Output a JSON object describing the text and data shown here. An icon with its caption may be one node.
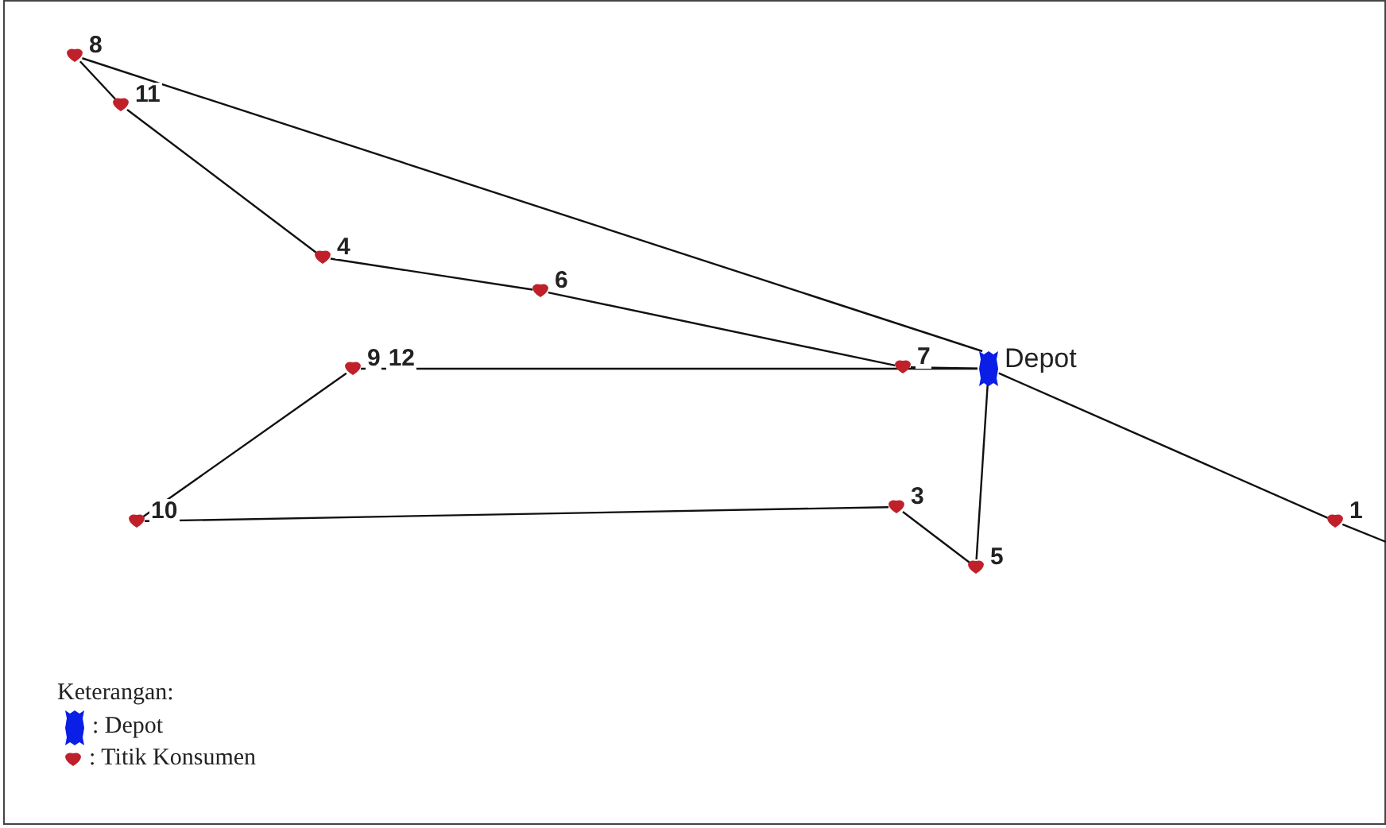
{
  "diagram": {
    "nodes": [
      {
        "text": [
          "8"
        ]
      },
      {
        "text": [
          "11"
        ]
      },
      {
        "text": [
          "4"
        ]
      },
      {
        "text": [
          "6"
        ]
      },
      {
        "text": [
          "7"
        ]
      },
      {
        "text": [
          "Depot"
        ]
      },
      {
        "text": [
          "9",
          "12"
        ]
      },
      {
        "text": [
          "10"
        ]
      },
      {
        "text": [
          "3"
        ]
      },
      {
        "text": [
          "1"
        ]
      },
      {
        "text": [
          "5"
        ]
      }
    ],
    "edges": [
      {
        "from": 5,
        "to": 0,
        "arrow": "none"
      },
      {
        "from": 0,
        "to": 1,
        "arrow": "none"
      },
      {
        "from": 1,
        "to": 2,
        "arrow": "none"
      },
      {
        "from": 2,
        "to": 3,
        "arrow": "none"
      },
      {
        "from": 3,
        "to": 4,
        "arrow": "none"
      },
      {
        "from": 4,
        "to": 5,
        "arrow": "none"
      },
      {
        "from": 5,
        "to": 6,
        "arrow": "none"
      },
      {
        "from": 6,
        "to": 7,
        "arrow": "none"
      },
      {
        "from": 7,
        "to": 8,
        "arrow": "none"
      },
      {
        "from": 8,
        "to": 10,
        "arrow": "none"
      },
      {
        "from": 10,
        "to": 5,
        "arrow": "none"
      },
      {
        "from": 5,
        "to": 9,
        "arrow": "none"
      },
      {
        "from": 9,
        "to": null,
        "arrow": "none"
      }
    ],
    "labels": [
      "Keterangan:"
    ],
    "legend": [
      {
        "text": ": Depot",
        "color": "#0a1ee6"
      },
      {
        "text": ": Titik Konsumen",
        "color": "#c0202a"
      }
    ]
  }
}
